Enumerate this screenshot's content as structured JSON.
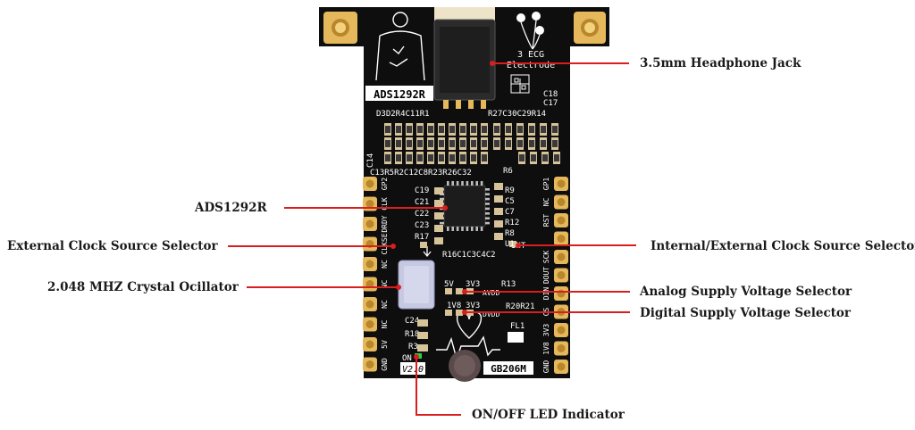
{
  "board": {
    "chip_label": "ADS1292R",
    "board_label": "GB206M",
    "version": "V2.0",
    "electrode_label": "3 ECG",
    "electrode_label2": "Electrode",
    "ref_row_top": "D3D2R4C11R1",
    "ref_row_top2": "R27C30C29R14",
    "ref_c14": "C14",
    "ref_row_mid": "C13R5R2C12C8R23R26C32",
    "ref_r6": "R6",
    "ref_c18": "C18",
    "ref_c17": "C17",
    "left_caps": [
      "C19",
      "C21",
      "C22",
      "C23",
      "R17"
    ],
    "right_parts": [
      "R9",
      "C5",
      "C7",
      "R12",
      "R8",
      "U1"
    ],
    "ref_int": "INT",
    "ref_row_bottom": "R16C1C3C4C2",
    "ref_r13": "R13",
    "ref_r20r21": "R20R21",
    "ref_c24": "C24",
    "ref_r18": "R18",
    "ref_r3": "R3",
    "ref_on": "ON",
    "ref_fl1": "FL1",
    "sel_5v": "5V",
    "sel_3v3a": "3V3",
    "sel_avdd": "AVDD",
    "sel_1v8": "1V8",
    "sel_3v3b": "3V3",
    "sel_dvdd": "DVDD",
    "pins_left": [
      "GP2",
      "CLK",
      "DRDY",
      "CLKSE",
      "NC",
      "NC",
      "NC",
      "NC",
      "5V",
      "GND"
    ],
    "pins_right": [
      "GP1",
      "NC",
      "RST",
      "",
      "SCK",
      "DOUT",
      "DIN",
      "CS",
      "3V3",
      "1V8",
      "GND"
    ]
  },
  "labels": {
    "headphone_jack": "3.5mm Headphone Jack",
    "ads1292r": "ADS1292R",
    "ext_clock": "External Clock Source Selector",
    "int_ext_clock": "Internal/External Clock Source Selector",
    "crystal": "2.048 MHZ Crystal Ocillator",
    "analog_supply": "Analog Supply Voltage Selector",
    "digital_supply": "Digital Supply Voltage Selector",
    "led": "ON/OFF LED Indicator"
  },
  "colors": {
    "pcb": "#0e0e0e",
    "pad": "#e6b85c",
    "pad_ring": "#b8862b",
    "leader": "#d81e1e",
    "silk": "#ffffff",
    "chip": "#1c1c1c",
    "crystal": "#c7c9e2",
    "led": "#29d23c",
    "jack": "#2b2b2b",
    "component": "#d7c39a"
  }
}
